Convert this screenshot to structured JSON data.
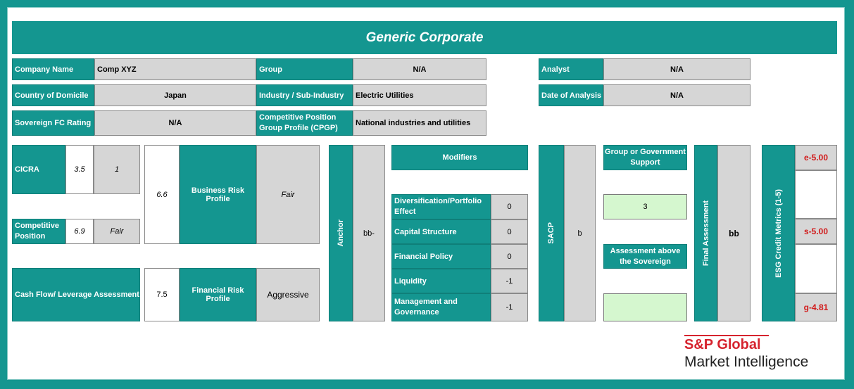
{
  "title": "Generic Corporate",
  "info": {
    "company_name_label": "Company Name",
    "company_name_value": "Comp XYZ",
    "group_label": "Group",
    "group_value": "N/A",
    "analyst_label": "Analyst",
    "analyst_value": "N/A",
    "country_label": "Country of Domicile",
    "country_value": "Japan",
    "industry_label": "Industry / Sub-Industry",
    "industry_value": "Electric Utilities",
    "date_label": "Date of Analysis",
    "date_value": "N/A",
    "sovereign_label": "Sovereign FC Rating",
    "sovereign_value": "N/A",
    "cpgp_label": "Competitive Position Group Profile (CPGP)",
    "cpgp_value": "National industries and utilities"
  },
  "business": {
    "cicra_label": "CICRA",
    "cicra_score": "3.5",
    "cicra_level": "1",
    "comp_label": "Competitive Position",
    "comp_score": "6.9",
    "comp_level": "Fair",
    "brp_score": "6.6",
    "brp_label": "Business Risk Profile",
    "brp_value": "Fair"
  },
  "financial": {
    "cash_label": "Cash Flow/ Leverage Assessment",
    "cash_score": "7.5",
    "frp_label": "Financial Risk Profile",
    "frp_value": "Aggressive"
  },
  "anchor": {
    "label": "Anchor",
    "value": "bb-"
  },
  "modifiers": {
    "header": "Modifiers",
    "items": [
      {
        "label": "Diversification/Portfolio Effect",
        "value": "0"
      },
      {
        "label": "Capital Structure",
        "value": "0"
      },
      {
        "label": "Financial Policy",
        "value": "0"
      },
      {
        "label": "Liquidity",
        "value": "-1"
      },
      {
        "label": "Management and Governance",
        "value": "-1"
      }
    ]
  },
  "sacp": {
    "label": "SACP",
    "value": "b"
  },
  "support": {
    "group_label": "Group or Government Support",
    "group_value": "3",
    "above_label": "Assessment above the Sovereign",
    "above_value": ""
  },
  "final": {
    "label": "Final Assessment",
    "value": "bb"
  },
  "esg": {
    "label": "ESG Credit Metrics (1-5)",
    "e": "e-5.00",
    "s": "s-5.00",
    "g": "g-4.81"
  },
  "logo": {
    "line1": "S&P Global",
    "line2": "Market Intelligence"
  },
  "colors": {
    "teal": "#149690",
    "grey": "#d6d6d6",
    "green": "#d5f7cf",
    "red": "#d11a1a",
    "brand_red": "#d6232e"
  }
}
